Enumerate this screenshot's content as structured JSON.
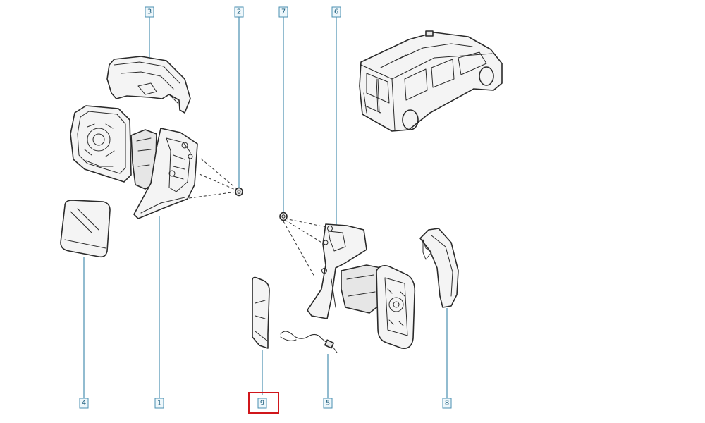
{
  "callouts": [
    {
      "id": "3",
      "text": "3"
    },
    {
      "id": "2",
      "text": "2"
    },
    {
      "id": "7",
      "text": "7"
    },
    {
      "id": "6",
      "text": "6"
    },
    {
      "id": "4",
      "text": "4"
    },
    {
      "id": "1",
      "text": "1"
    },
    {
      "id": "9",
      "text": "9",
      "highlighted": true
    },
    {
      "id": "5",
      "text": "5"
    },
    {
      "id": "8",
      "text": "8"
    }
  ],
  "colors": {
    "callout_border": "#4a8fb0",
    "callout_fill": "#eef7fb",
    "callout_text": "#1f5f7e",
    "highlight": "#d0161b",
    "line_art": "#2a2a2a"
  }
}
